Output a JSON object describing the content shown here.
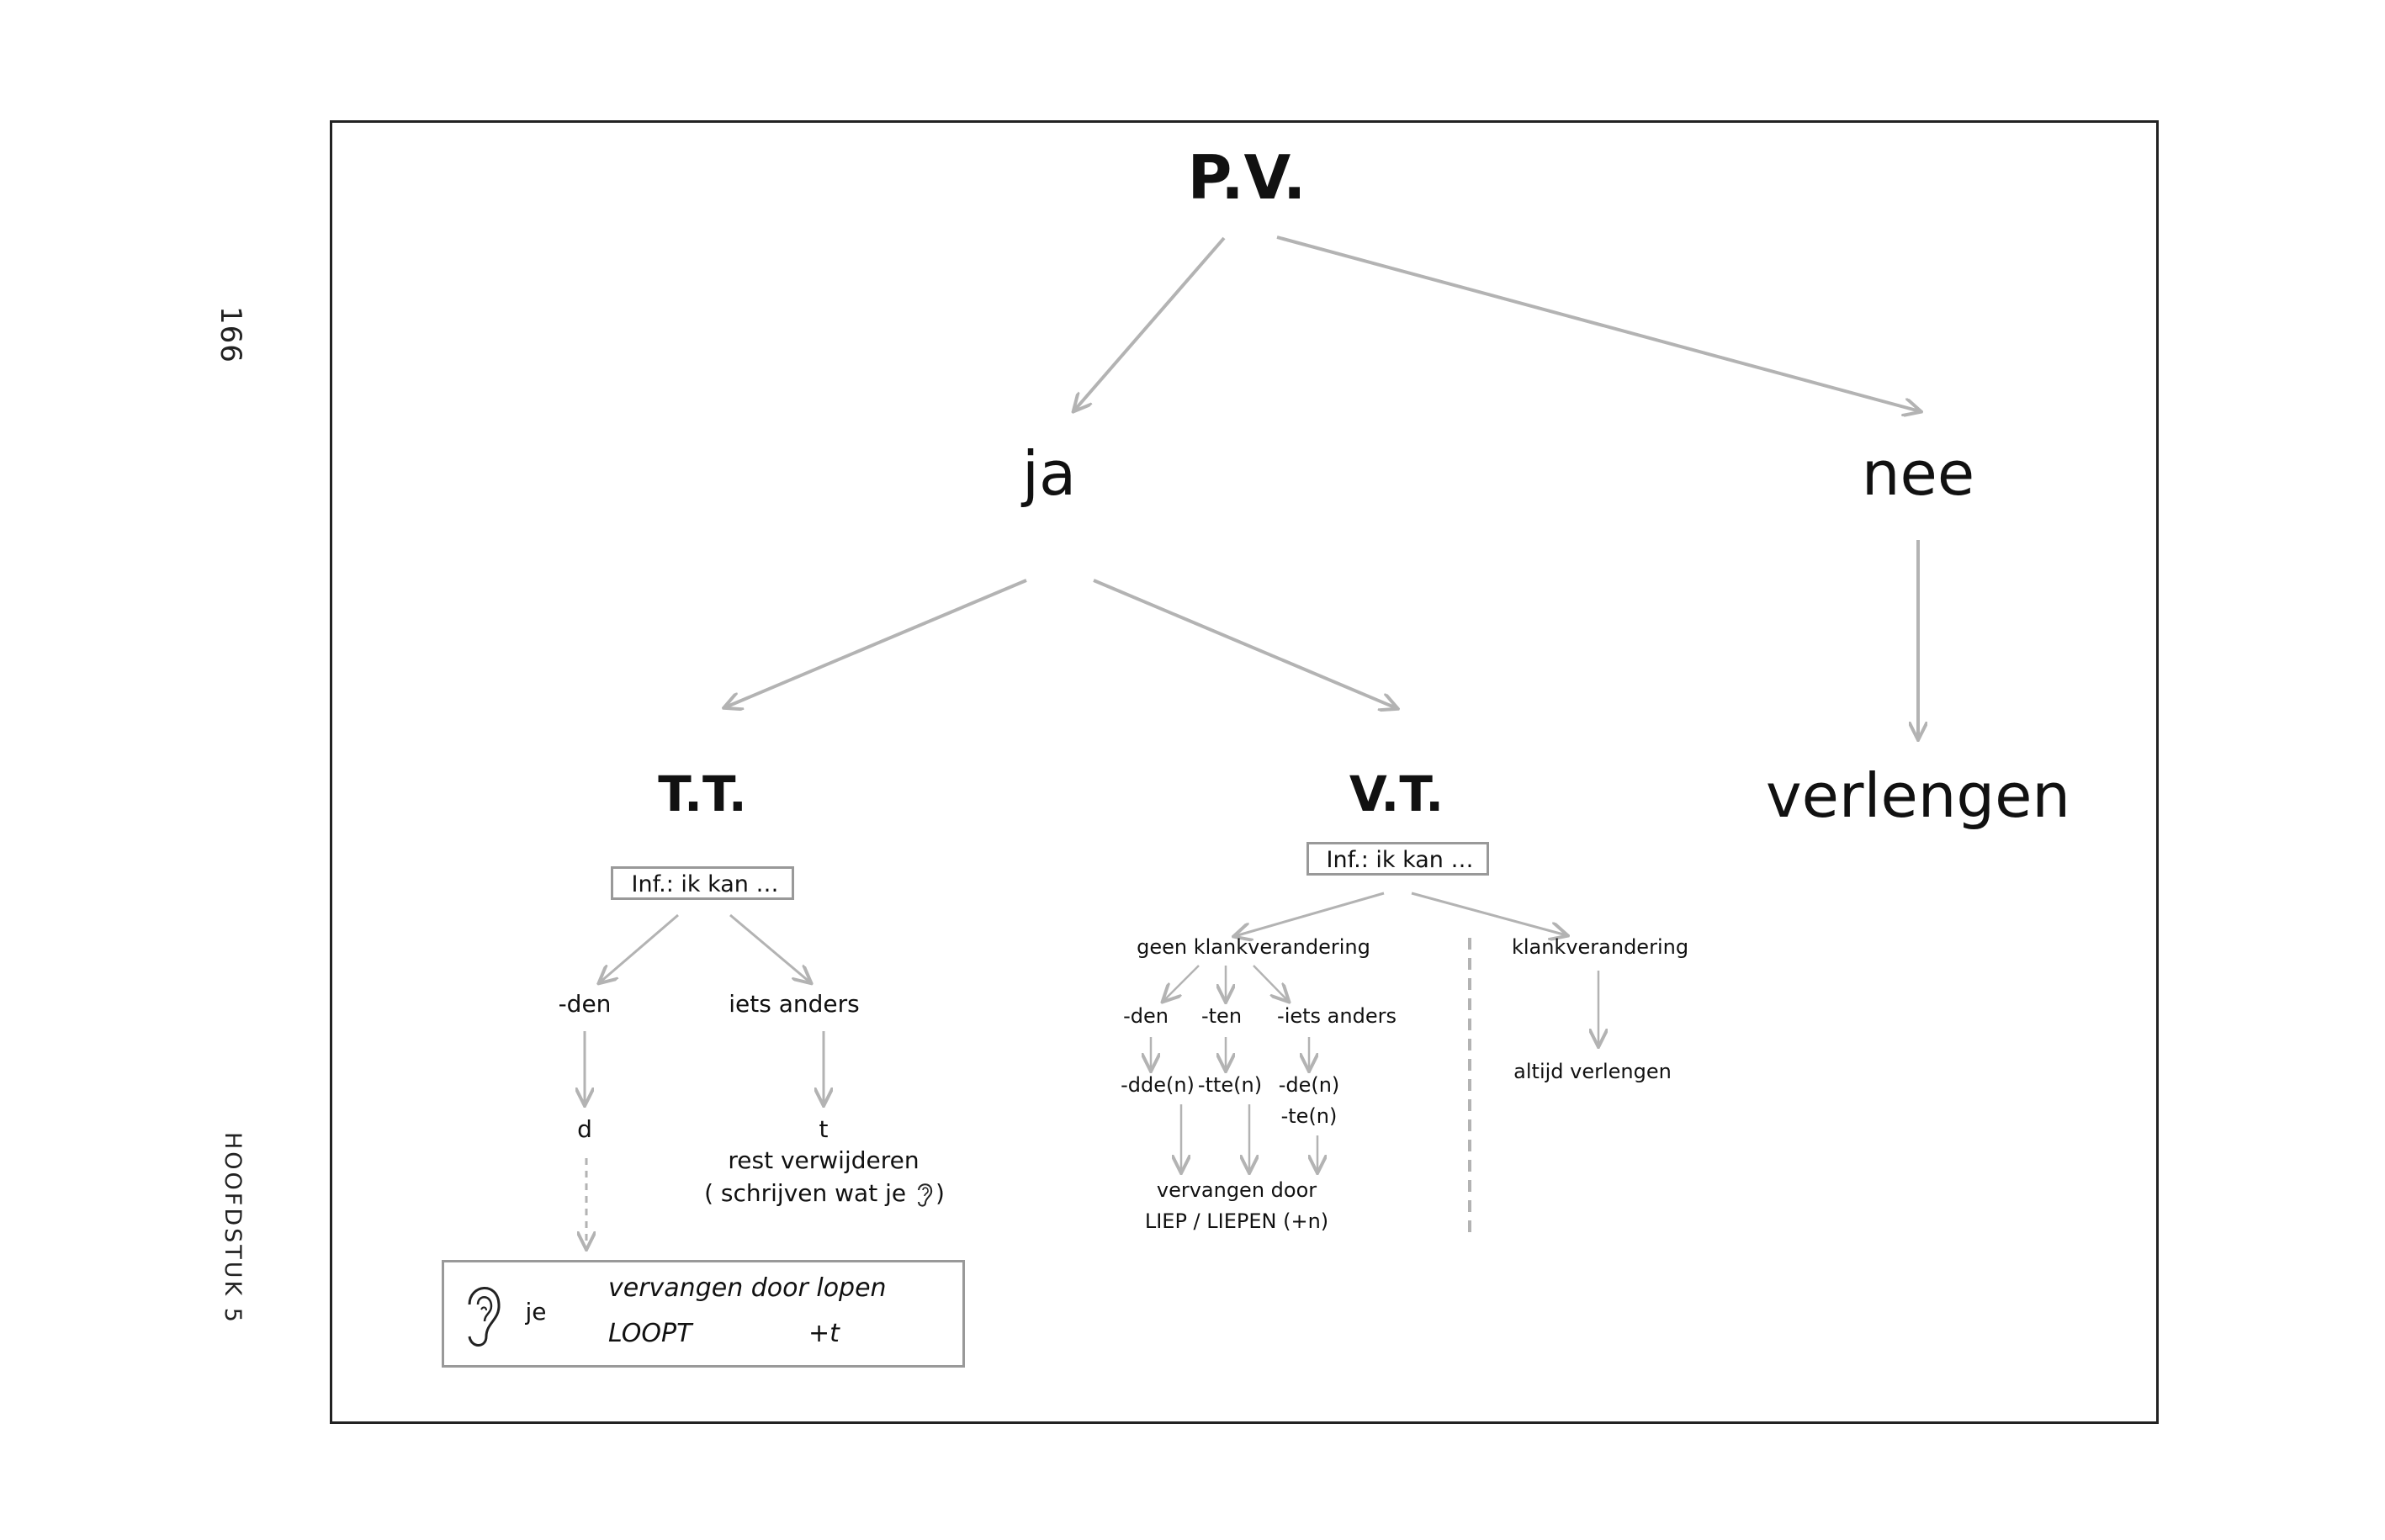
{
  "page_number": "166",
  "chapter_label": "HOOFDSTUK 5",
  "root": "P.V.",
  "branch_yes": "ja",
  "branch_no": "nee",
  "no_result": "verlengen",
  "tt": {
    "title": "T.T.",
    "inf_box": "Inf.: ik kan …",
    "den": "-den",
    "other": "iets anders",
    "d": "d",
    "t": "t",
    "rest": "rest verwijderen",
    "write_prefix": "( schrijven wat je",
    "write_suffix": ")",
    "note": {
      "je": "je",
      "replace": "vervangen door lopen",
      "loopt": "LOOPT",
      "plus_t": "+t"
    }
  },
  "vt": {
    "title": "V.T.",
    "inf_box": "Inf.: ik kan …",
    "no_change": "geen klankverandering",
    "change": "klankverandering",
    "den": "-den",
    "ten": "-ten",
    "other": "-iets anders",
    "dde": "-dde(n)",
    "tte": "-tte(n)",
    "de": "-de(n)",
    "te": "-te(n)",
    "replace_line1": "vervangen door",
    "replace_line2": "LIEP / LIEPEN (+n)",
    "always_extend": "altijd verlengen"
  },
  "colors": {
    "arrow": "#b3b3b3",
    "frame": "#222222",
    "box_border": "#999999"
  }
}
